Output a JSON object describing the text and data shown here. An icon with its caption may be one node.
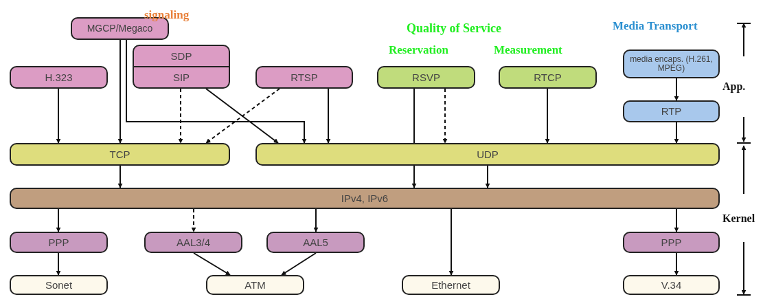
{
  "diagram": {
    "nodes": [
      {
        "text": [
          "MGCP/Megaco"
        ]
      },
      {
        "text": [
          "SDP",
          "SIP"
        ]
      },
      {
        "text": [
          "H.323"
        ]
      },
      {
        "text": [
          "RTSP"
        ]
      },
      {
        "text": [
          "RSVP"
        ]
      },
      {
        "text": [
          "RTCP"
        ]
      },
      {
        "text": [
          "media encaps. (H.261, MPEG)"
        ]
      },
      {
        "text": [
          "RTP"
        ]
      },
      {
        "text": [
          "TCP"
        ]
      },
      {
        "text": [
          "UDP"
        ]
      },
      {
        "text": [
          "IPv4, IPv6"
        ]
      },
      {
        "text": [
          "PPP"
        ]
      },
      {
        "text": [
          "AAL3/4"
        ]
      },
      {
        "text": [
          "AAL5"
        ]
      },
      {
        "text": [
          "PPP"
        ]
      },
      {
        "text": [
          "Sonet"
        ]
      },
      {
        "text": [
          "ATM"
        ]
      },
      {
        "text": [
          "Ethernet"
        ]
      },
      {
        "text": [
          "V.34"
        ]
      }
    ],
    "edges": [
      {
        "from": 2,
        "to": 8,
        "arrow": "to"
      },
      {
        "from": 0,
        "to": 8,
        "arrow": "to"
      },
      {
        "from": 0,
        "to": 9,
        "arrow": "to"
      },
      {
        "from": 1,
        "to": 8,
        "arrow": "to",
        "style": "dashed"
      },
      {
        "from": 1,
        "to": 9,
        "arrow": "to"
      },
      {
        "from": 3,
        "to": 8,
        "arrow": "to",
        "style": "dashed"
      },
      {
        "from": 3,
        "to": 9,
        "arrow": "to"
      },
      {
        "from": 4,
        "to": 9,
        "arrow": "none"
      },
      {
        "from": 4,
        "to": 9,
        "arrow": "to",
        "style": "dashed"
      },
      {
        "from": 5,
        "to": 9,
        "arrow": "to"
      },
      {
        "from": 6,
        "to": 7,
        "arrow": "to"
      },
      {
        "from": 7,
        "to": 9,
        "arrow": "to"
      },
      {
        "from": 8,
        "to": 10,
        "arrow": "to"
      },
      {
        "from": 9,
        "to": 10,
        "arrow": "to"
      },
      {
        "from": 9,
        "to": 10,
        "arrow": "to"
      },
      {
        "from": 10,
        "to": 11,
        "arrow": "to"
      },
      {
        "from": 10,
        "to": 12,
        "arrow": "to",
        "style": "dashed"
      },
      {
        "from": 10,
        "to": 13,
        "arrow": "to"
      },
      {
        "from": 10,
        "to": 17,
        "arrow": "to"
      },
      {
        "from": 10,
        "to": 14,
        "arrow": "to"
      },
      {
        "from": 11,
        "to": 15,
        "arrow": "to"
      },
      {
        "from": 12,
        "to": 16,
        "arrow": "to"
      },
      {
        "from": 13,
        "to": 16,
        "arrow": "to"
      },
      {
        "from": 14,
        "to": 18,
        "arrow": "to"
      }
    ],
    "labels": [
      "signaling",
      "Quality of Service",
      "Media Transport",
      "Reservation",
      "Measurement",
      "App.",
      "Kernel"
    ]
  }
}
